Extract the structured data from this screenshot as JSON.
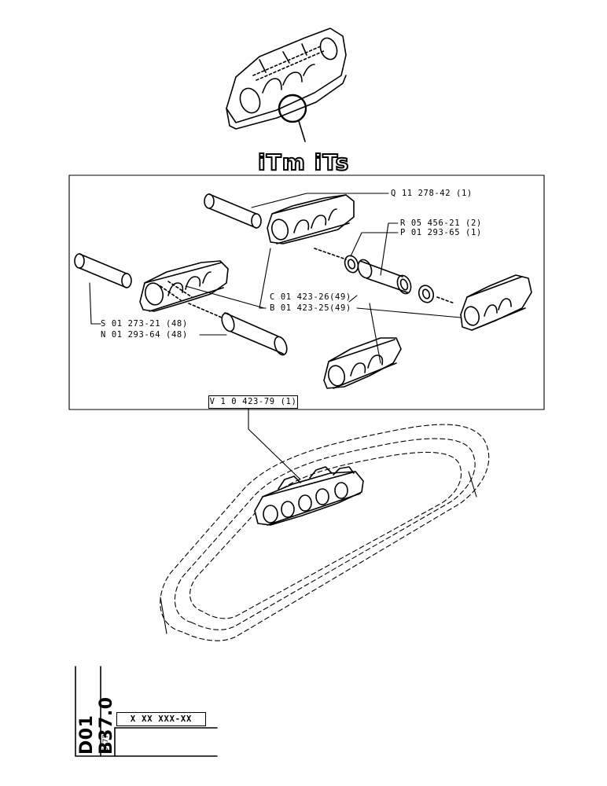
{
  "brand": "iTm iTs",
  "parts": [
    {
      "ref": "Q 11 278-42 (1)"
    },
    {
      "ref": "R 05 456-21 (2)"
    },
    {
      "ref": "P 01 293-65 (1)"
    },
    {
      "ref": "C 01 423-26(49)"
    },
    {
      "ref": "B 01 423-25(49)"
    },
    {
      "ref": "S 01 273-21 (48)"
    },
    {
      "ref": "N 01 293-64 (48)"
    }
  ],
  "assembly_ref": "V 1 0 423-79 (1)",
  "title_block": {
    "doc_number": "D01 B37.0",
    "date": "6-77",
    "serial": "X XX XXX-XX"
  }
}
